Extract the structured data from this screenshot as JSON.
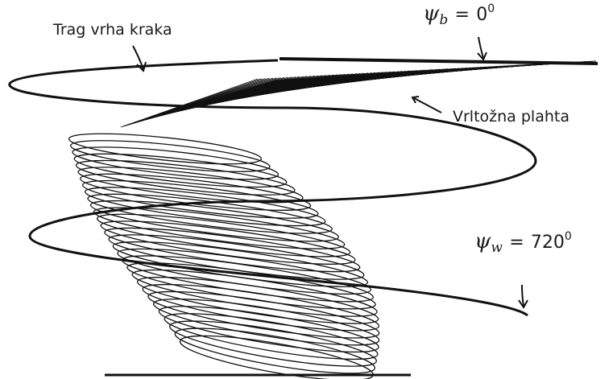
{
  "labels": {
    "tip_trace": "Trag vrha kraka",
    "vortex_sheet": "Vrltožna plahta"
  },
  "psi_b": {
    "symbol": "ψ",
    "subscript": "b",
    "equals": "=",
    "value": "0",
    "degree": "0"
  },
  "psi_w": {
    "symbol": "ψ",
    "subscript": "w",
    "equals": "=",
    "value": "720",
    "degree": "0"
  },
  "colors": {
    "ink": "#111111",
    "background": "#ffffff"
  }
}
